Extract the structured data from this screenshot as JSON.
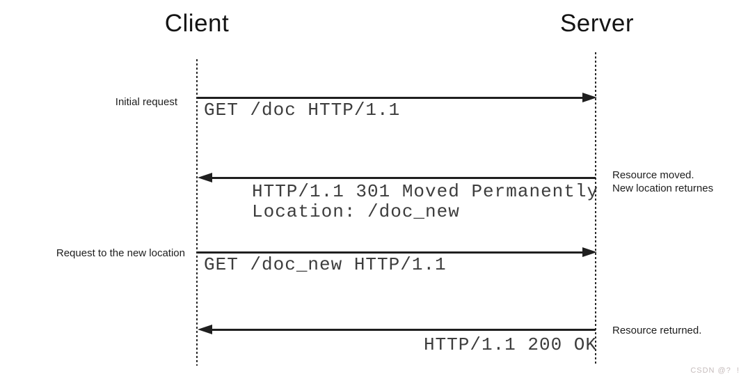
{
  "actors": {
    "client": "Client",
    "server": "Server"
  },
  "flows": [
    {
      "left_note": "Initial request",
      "message": "GET /doc HTTP/1.1",
      "direction": "client-to-server"
    },
    {
      "right_note_1": "Resource moved.",
      "right_note_2": "New location returnes",
      "message_1": "HTTP/1.1 301 Moved Permanently",
      "message_2": "Location: /doc_new",
      "direction": "server-to-client"
    },
    {
      "left_note": "Request to the new location",
      "message": "GET /doc_new HTTP/1.1",
      "direction": "client-to-server"
    },
    {
      "right_note": "Resource returned.",
      "message": "HTTP/1.1 200 OK",
      "direction": "server-to-client"
    }
  ],
  "watermark": "CSDN @?  !",
  "colors": {
    "ink": "#1f1f1f",
    "mono_text": "#3d3d3d",
    "watermark": "#c6bcbc"
  }
}
